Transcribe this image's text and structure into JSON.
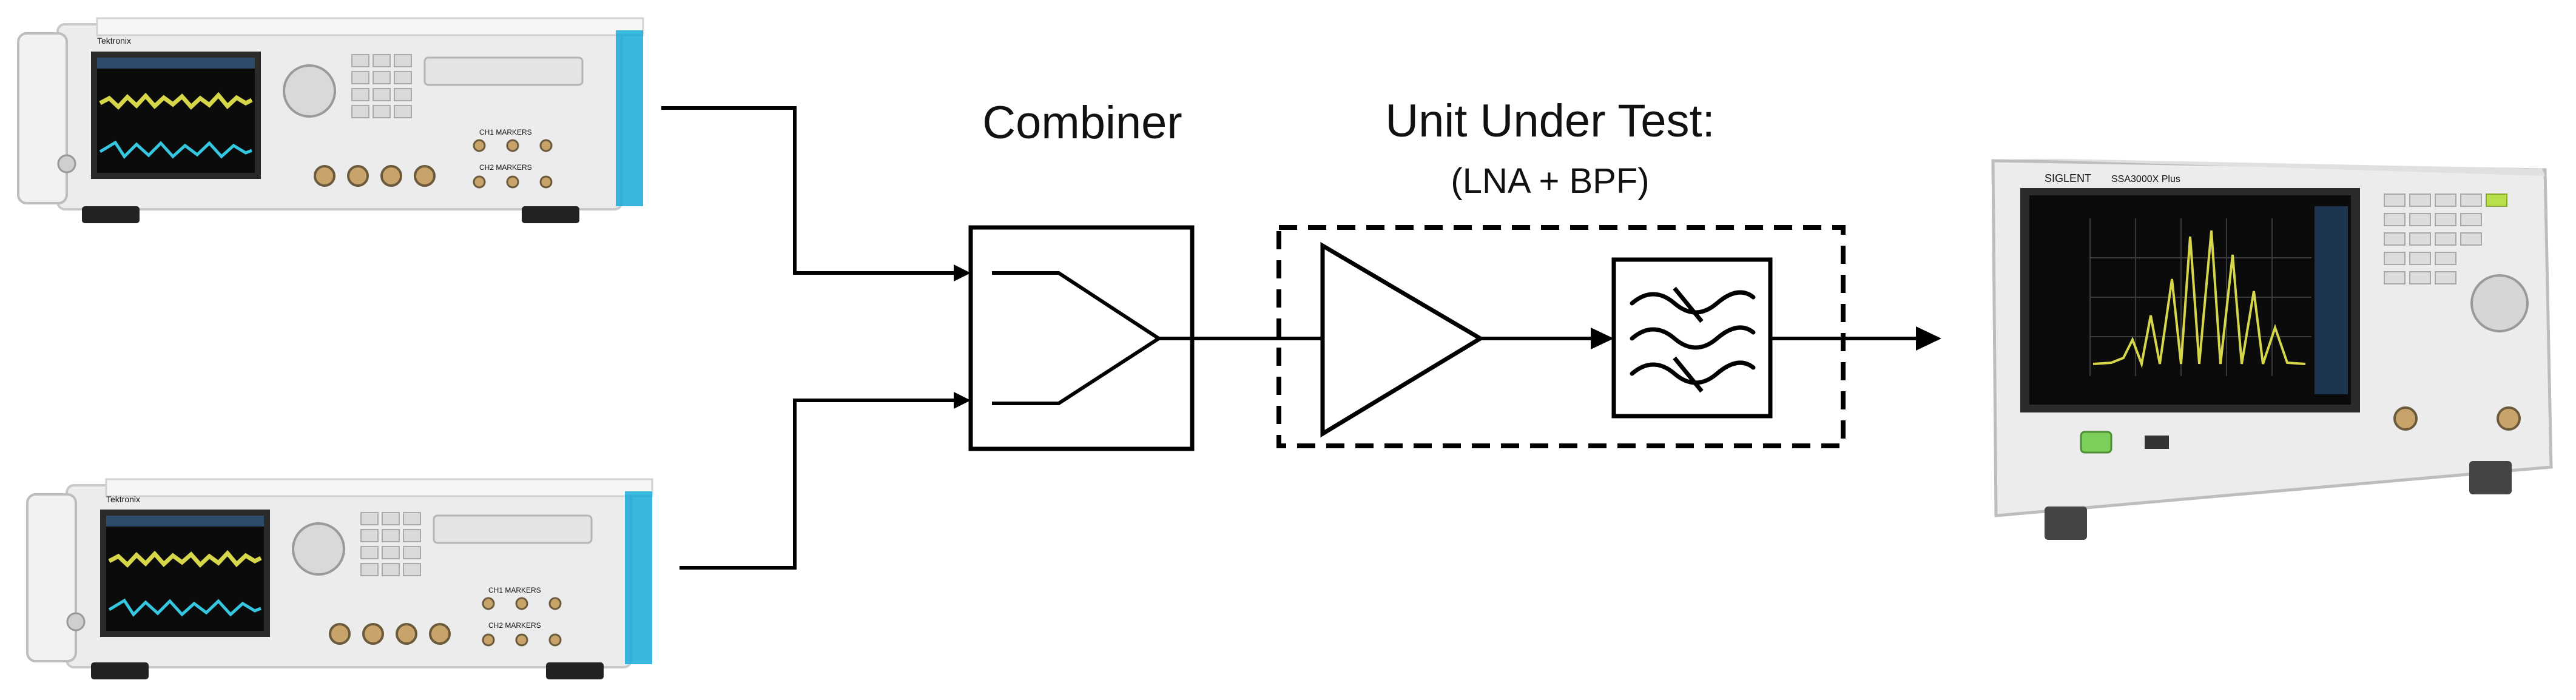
{
  "labels": {
    "combiner": "Combiner",
    "uut_title": "Unit Under Test:",
    "uut_subtitle": "(LNA + BPF)"
  },
  "generator_1": {
    "brand": "Tektronix",
    "section_a": "CH1 MARKERS",
    "section_b": "CH2 MARKERS"
  },
  "generator_2": {
    "brand": "Tektronix",
    "section_a": "CH1 MARKERS",
    "section_b": "CH2 MARKERS"
  },
  "analyzer": {
    "brand": "SIGLENT",
    "model": "SSA3000X Plus"
  },
  "colors": {
    "line": "#000000",
    "instrument_body": "#ececec",
    "screen_bg": "#0b0b0b",
    "trace_yellow": "#d6d64a",
    "trace_cyan": "#35c6e0",
    "accent_cyan": "#19a9d8"
  },
  "icons": {
    "amplifier": "amplifier-triangle-icon",
    "filter": "bandpass-filter-icon",
    "combiner": "combiner-icon"
  }
}
